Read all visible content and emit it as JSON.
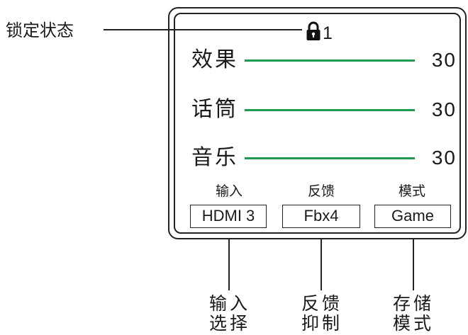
{
  "callout": {
    "lock_state": "锁定状态"
  },
  "lock": {
    "icon": "lock-icon",
    "number": "1"
  },
  "rows": [
    {
      "label": "效果",
      "value": "30"
    },
    {
      "label": "话筒",
      "value": "30"
    },
    {
      "label": "音乐",
      "value": "30"
    }
  ],
  "settings": [
    {
      "header": "输入",
      "value": "HDMI 3",
      "caption_line1": "输入",
      "caption_line2": "选择"
    },
    {
      "header": "反馈",
      "value": "Fbx4",
      "caption_line1": "反馈",
      "caption_line2": "抑制"
    },
    {
      "header": "模式",
      "value": "Game",
      "caption_line1": "存储",
      "caption_line2": "模式"
    }
  ],
  "colors": {
    "level_line": "#1f9a4e",
    "outline": "#222222"
  }
}
